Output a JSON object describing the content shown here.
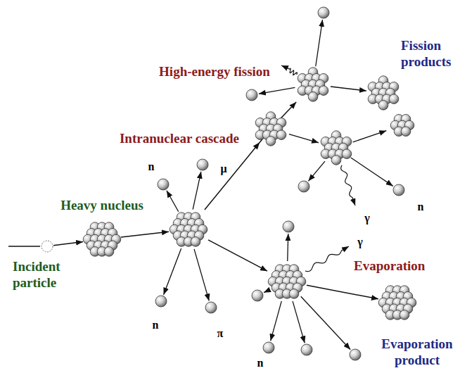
{
  "diagram": {
    "nodes": [
      {
        "text": [
          "Incident particle"
        ]
      },
      {
        "text": [
          "Heavy nucleus"
        ]
      },
      {
        "text": [
          "Intranuclear cascade"
        ]
      },
      {
        "text": [
          "High-energy fission"
        ]
      },
      {
        "text": [
          "Fission products"
        ]
      },
      {
        "text": [
          "Evaporation"
        ]
      },
      {
        "text": [
          "Evaporation product"
        ]
      }
    ],
    "edges": [
      {
        "from": 0,
        "to": 1,
        "arrow": "to"
      },
      {
        "from": 1,
        "to": 2,
        "arrow": "to"
      },
      {
        "from": 2,
        "to": 3,
        "arrow": "to"
      },
      {
        "from": 3,
        "to": 4,
        "arrow": "to"
      },
      {
        "from": 2,
        "to": 5,
        "arrow": "to"
      },
      {
        "from": 5,
        "to": 6,
        "arrow": "to"
      }
    ],
    "labels": [
      "n",
      "μ",
      "n",
      "π",
      "γ",
      "n",
      "γ",
      "n"
    ]
  }
}
